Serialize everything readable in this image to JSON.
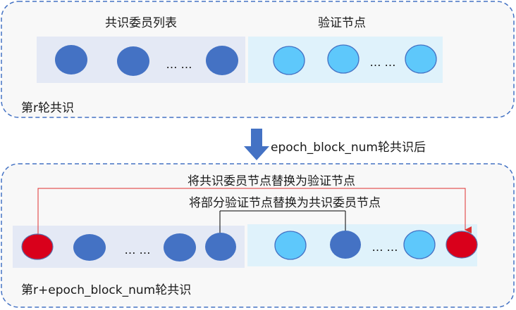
{
  "top": {
    "committee_label": "共识委员列表",
    "validator_label": "验证节点",
    "round_label": "第r轮共识",
    "ellipsis_left": "… …",
    "ellipsis_right": "… …"
  },
  "transition": {
    "label": "epoch_block_num轮共识后"
  },
  "bottom": {
    "annotation_committee_to_validator": "将共识委员节点替换为验证节点",
    "annotation_validator_to_committee": "将部分验证节点替换为共识委员节点",
    "round_label": "第r+epoch_block_num轮共识",
    "ellipsis_left": "… …",
    "ellipsis_right": "… …"
  },
  "colors": {
    "committee_node": "#4472c4",
    "validator_node": "#5ec8fb",
    "swapped_node": "#d9001b",
    "container_border": "#4472c4",
    "committee_region": "#e4e9f5",
    "validator_region": "#dff2fb",
    "arrow_down": "#4472c4",
    "red_link": "#e03030"
  }
}
